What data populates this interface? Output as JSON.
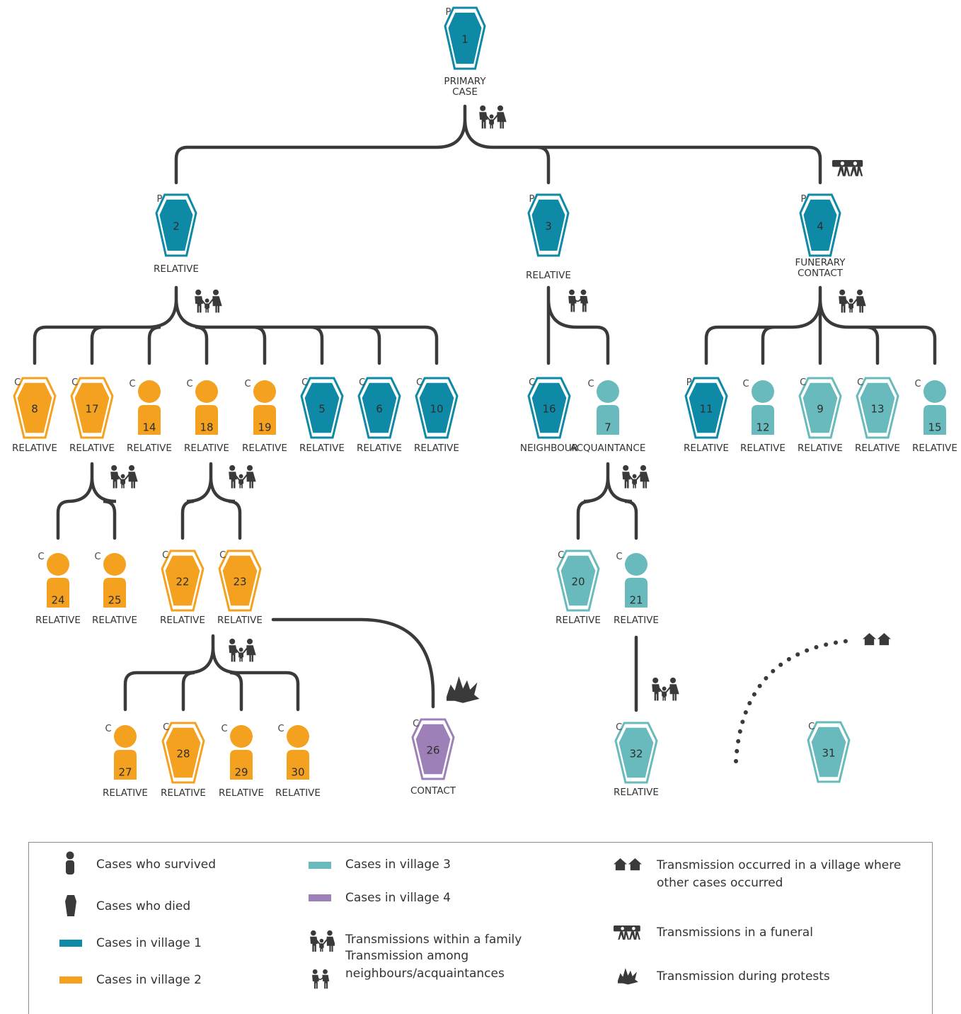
{
  "colors": {
    "village1": "#0e89a6",
    "village2": "#f4a11f",
    "village3": "#69babd",
    "village4": "#9e80b8",
    "link": "#3a3a3a",
    "icon": "#3a3a3a"
  },
  "nodes": [
    {
      "id": "1",
      "marker": "P",
      "shape": "coffin",
      "village": 1,
      "label": [
        "PRIMARY",
        "CASE"
      ]
    },
    {
      "id": "2",
      "marker": "P",
      "shape": "coffin",
      "village": 1,
      "label": [
        "RELATIVE"
      ]
    },
    {
      "id": "3",
      "marker": "P",
      "shape": "coffin",
      "village": 1,
      "label": [
        "RELATIVE"
      ]
    },
    {
      "id": "4",
      "marker": "P",
      "shape": "coffin",
      "village": 1,
      "label": [
        "FUNERARY",
        "CONTACT"
      ]
    },
    {
      "id": "8",
      "marker": "C",
      "shape": "coffin",
      "village": 2,
      "label": [
        "RELATIVE"
      ]
    },
    {
      "id": "17",
      "marker": "C",
      "shape": "coffin",
      "village": 2,
      "label": [
        "RELATIVE"
      ]
    },
    {
      "id": "14",
      "marker": "C",
      "shape": "person",
      "village": 2,
      "label": [
        "RELATIVE"
      ]
    },
    {
      "id": "18",
      "marker": "C",
      "shape": "person",
      "village": 2,
      "label": [
        "RELATIVE"
      ]
    },
    {
      "id": "19",
      "marker": "C",
      "shape": "person",
      "village": 2,
      "label": [
        "RELATIVE"
      ]
    },
    {
      "id": "5",
      "marker": "C",
      "shape": "coffin",
      "village": 1,
      "label": [
        "RELATIVE"
      ]
    },
    {
      "id": "6",
      "marker": "C",
      "shape": "coffin",
      "village": 1,
      "label": [
        "RELATIVE"
      ]
    },
    {
      "id": "10",
      "marker": "C",
      "shape": "coffin",
      "village": 1,
      "label": [
        "RELATIVE"
      ]
    },
    {
      "id": "16",
      "marker": "C",
      "shape": "coffin",
      "village": 1,
      "label": [
        "NEIGHBOUR"
      ]
    },
    {
      "id": "7",
      "marker": "C",
      "shape": "person",
      "village": 3,
      "label": [
        "ACQUAINTANCE"
      ]
    },
    {
      "id": "11",
      "marker": "P",
      "shape": "coffin",
      "village": 1,
      "label": [
        "RELATIVE"
      ]
    },
    {
      "id": "12",
      "marker": "C",
      "shape": "person",
      "village": 3,
      "label": [
        "RELATIVE"
      ]
    },
    {
      "id": "9",
      "marker": "C",
      "shape": "coffin",
      "village": 3,
      "label": [
        "RELATIVE"
      ]
    },
    {
      "id": "13",
      "marker": "C",
      "shape": "coffin",
      "village": 3,
      "label": [
        "RELATIVE"
      ]
    },
    {
      "id": "15",
      "marker": "C",
      "shape": "person",
      "village": 3,
      "label": [
        "RELATIVE"
      ]
    },
    {
      "id": "24",
      "marker": "C",
      "shape": "person",
      "village": 2,
      "label": [
        "RELATIVE"
      ]
    },
    {
      "id": "25",
      "marker": "C",
      "shape": "person",
      "village": 2,
      "label": [
        "RELATIVE"
      ]
    },
    {
      "id": "22",
      "marker": "C",
      "shape": "coffin",
      "village": 2,
      "label": [
        "RELATIVE"
      ]
    },
    {
      "id": "23",
      "marker": "C",
      "shape": "coffin",
      "village": 2,
      "label": [
        "RELATIVE"
      ]
    },
    {
      "id": "20",
      "marker": "C",
      "shape": "coffin",
      "village": 3,
      "label": [
        "RELATIVE"
      ]
    },
    {
      "id": "21",
      "marker": "C",
      "shape": "person",
      "village": 3,
      "label": [
        "RELATIVE"
      ]
    },
    {
      "id": "27",
      "marker": "C",
      "shape": "person",
      "village": 2,
      "label": [
        "RELATIVE"
      ]
    },
    {
      "id": "28",
      "marker": "C",
      "shape": "coffin",
      "village": 2,
      "label": [
        "RELATIVE"
      ]
    },
    {
      "id": "29",
      "marker": "C",
      "shape": "person",
      "village": 2,
      "label": [
        "RELATIVE"
      ]
    },
    {
      "id": "30",
      "marker": "C",
      "shape": "person",
      "village": 2,
      "label": [
        "RELATIVE"
      ]
    },
    {
      "id": "26",
      "marker": "C",
      "shape": "coffin",
      "village": 4,
      "label": [
        "CONTACT"
      ]
    },
    {
      "id": "32",
      "marker": "C",
      "shape": "coffin",
      "village": 3,
      "label": [
        "RELATIVE"
      ]
    },
    {
      "id": "31",
      "marker": "C",
      "shape": "coffin",
      "village": 3,
      "label": []
    }
  ],
  "transmissions": [
    {
      "from": "1",
      "to": [
        "2",
        "3",
        "4"
      ]
    },
    {
      "from": "2",
      "to": [
        "8",
        "17",
        "14",
        "18",
        "19",
        "5",
        "6",
        "10"
      ],
      "icon": "family-icon"
    },
    {
      "from": "3",
      "to": [
        "16",
        "7"
      ],
      "icon": "acquaintance-icon"
    },
    {
      "from": "4",
      "to": [
        "11",
        "12",
        "9",
        "13",
        "15"
      ],
      "icon": "family-icon"
    },
    {
      "from": "17",
      "to": [
        "24",
        "25"
      ],
      "icon": "family-icon"
    },
    {
      "from": "18",
      "to": [
        "22",
        "23"
      ],
      "icon": "family-icon"
    },
    {
      "from": "7",
      "to": [
        "20",
        "21"
      ],
      "icon": "family-icon"
    },
    {
      "from": "23",
      "to": [
        "27",
        "28",
        "29",
        "30"
      ],
      "icon": "family-icon"
    },
    {
      "from": "23",
      "to": [
        "26"
      ],
      "icon": "protest-icon"
    },
    {
      "from": "21",
      "to": [
        "32"
      ],
      "icon": "family-icon"
    },
    {
      "from": "1",
      "to": [
        "4"
      ],
      "icon": "funeral-icon"
    },
    {
      "from": "village",
      "to": [
        "31"
      ],
      "icon": "village-icon",
      "dotted": true
    }
  ],
  "legend": {
    "survived": "Cases who survived",
    "died": "Cases who died",
    "village1": "Cases in village 1",
    "village2": "Cases in village 2",
    "village3": "Cases in village 3",
    "village4": "Cases in village 4",
    "family": "Transmissions within a family",
    "neighbours": "Transmission among neighbours/acquaintances",
    "village_other": "Transmission occurred in a village where other cases occurred",
    "funeral": "Transmissions in a funeral",
    "protests": "Transmission during protests"
  }
}
